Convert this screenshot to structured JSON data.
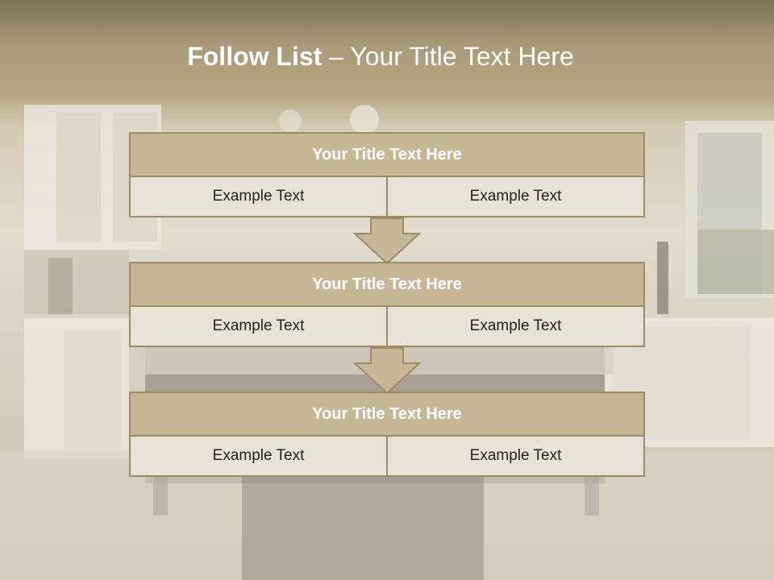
{
  "title": {
    "strong": "Follow List",
    "rest": " – Your Title Text Here"
  },
  "blocks": [
    {
      "heading": "Your Title Text Here",
      "cells": [
        "Example Text",
        "Example Text"
      ]
    },
    {
      "heading": "Your Title Text Here",
      "cells": [
        "Example Text",
        "Example Text"
      ]
    },
    {
      "heading": "Your Title Text Here",
      "cells": [
        "Example Text",
        "Example Text"
      ]
    }
  ],
  "colors": {
    "header_band": "#b6a582",
    "block_heading": "#c6b796",
    "block_cell": "#e9e2d6",
    "border": "#9d8c63"
  }
}
